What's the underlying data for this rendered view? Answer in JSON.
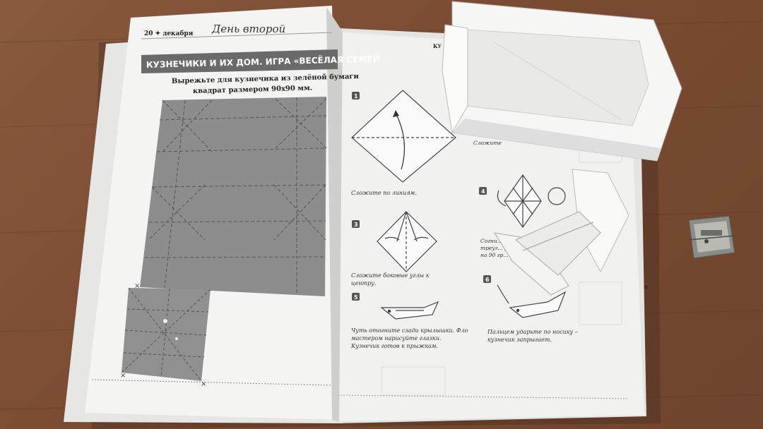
{
  "book": {
    "left_page": {
      "running_head_left": "20 ✦ декабря",
      "running_head_title": "День второй",
      "banner": "КУЗНЕЧИКИ И ИХ ДОМ. ИГРА «ВЕСЁЛАЯ СЕМЕЙ",
      "instruction_line1": "Вырежьте для кузнечика из зелёной бумаги",
      "instruction_line2": "квадрат размером 90х90 мм."
    },
    "right_page": {
      "corner_text": "КУ",
      "steps": [
        {
          "num": "1",
          "caption_lines": [
            "Сложите по линиям."
          ]
        },
        {
          "num": "3",
          "caption_lines": [
            "Сложите боковые углы к",
            "центру."
          ]
        },
        {
          "num": "4",
          "caption_lines": [
            "Согни... пополам по це",
            "треуг... разверните",
            "на 90 гр..."
          ]
        },
        {
          "num": "5",
          "caption_lines": [
            "Чуть отогните сзади крылышки. Фло",
            "мастером нарисуйте глазки.",
            "Кузнечик готов к прыжкам."
          ]
        },
        {
          "num": "6",
          "caption_lines": [
            "Пальцем ударьте по носику –",
            "кузнечик запрыгает."
          ]
        }
      ],
      "partial_caption": "Сложите"
    }
  },
  "colors": {
    "table": "#7b4c33",
    "paper": "#f3f3f1",
    "gray_pattern": "#8d8d8d",
    "banner": "#6a6a6a"
  }
}
